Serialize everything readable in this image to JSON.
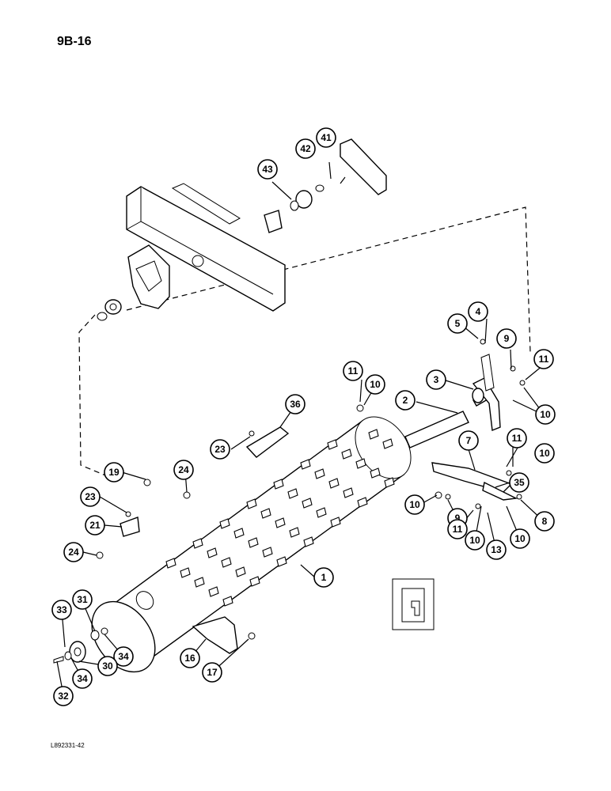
{
  "page": {
    "number": "9B-16",
    "figure_code": "L892331-42"
  },
  "callouts": {
    "c1": "1",
    "c2": "2",
    "c3": "3",
    "c4": "4",
    "c5": "5",
    "c7": "7",
    "c8": "8",
    "c9a": "9",
    "c9b": "9",
    "c10a": "10",
    "c10b": "10",
    "c10c": "10",
    "c10d": "10",
    "c10e": "10",
    "c10f": "10",
    "c11a": "11",
    "c11b": "11",
    "c11c": "11",
    "c11d": "11",
    "c13": "13",
    "c16": "16",
    "c17": "17",
    "c19": "19",
    "c21": "21",
    "c23a": "23",
    "c23b": "23",
    "c24a": "24",
    "c24b": "24",
    "c30": "30",
    "c31": "31",
    "c32": "32",
    "c33": "33",
    "c34a": "34",
    "c34b": "34",
    "c35": "35",
    "c36": "36",
    "c41": "41",
    "c42": "42",
    "c43": "43"
  }
}
